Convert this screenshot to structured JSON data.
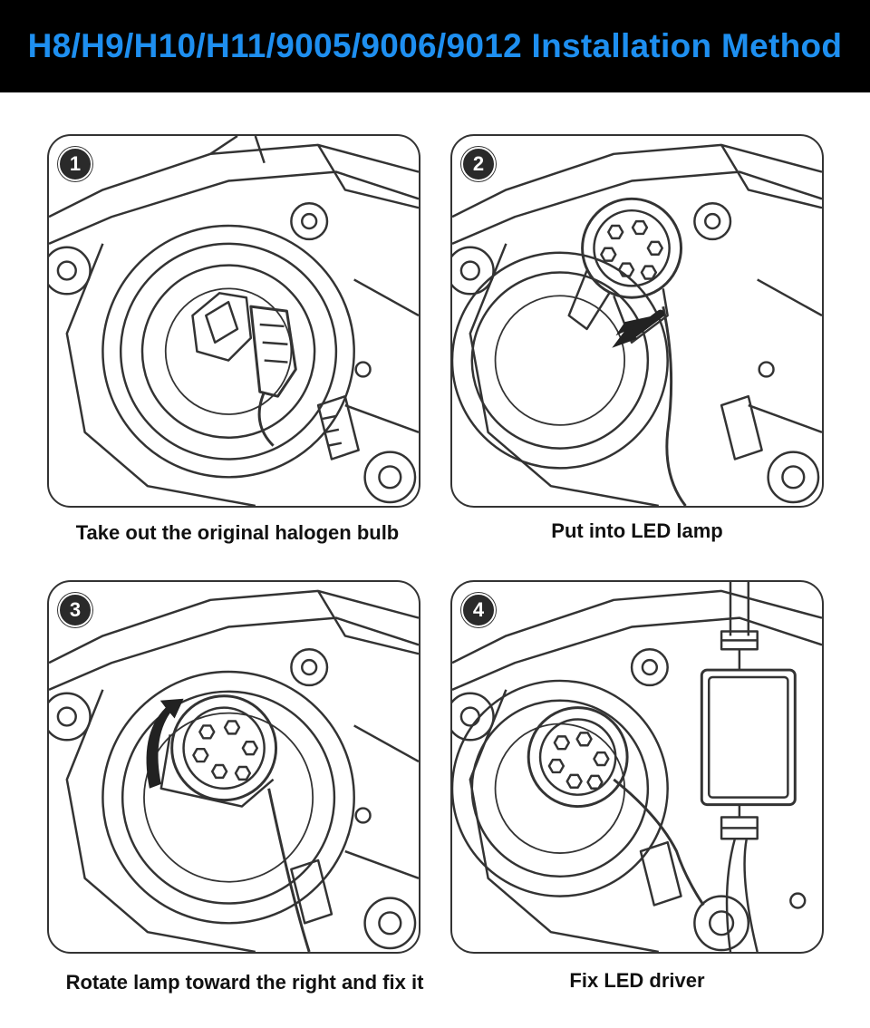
{
  "header": {
    "title": "H8/H9/H10/H11/9005/9006/9012 Installation Method"
  },
  "steps": [
    {
      "number": "1",
      "caption": "Take out the original halogen bulb"
    },
    {
      "number": "2",
      "caption": "Put into LED lamp"
    },
    {
      "number": "3",
      "caption": "Rotate lamp toward the right and fix it"
    },
    {
      "number": "4",
      "caption": "Fix LED driver"
    }
  ],
  "colors": {
    "banner_bg": "#000000",
    "banner_text": "#1e8ff0",
    "line_art": "#333333"
  }
}
